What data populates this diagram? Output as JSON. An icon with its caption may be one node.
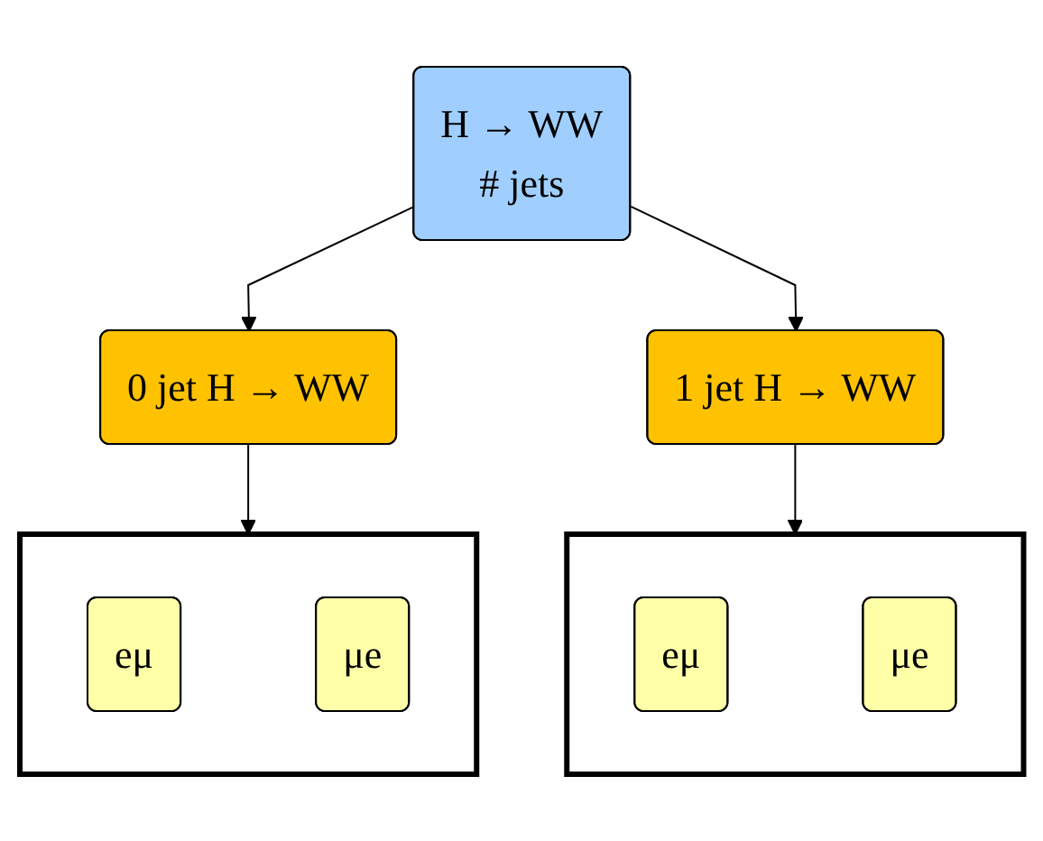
{
  "diagram": {
    "nodes": [
      {
        "text": [
          "H → WW",
          "# jets"
        ]
      },
      {
        "text": [
          "0 jet H → WW"
        ]
      },
      {
        "text": [
          "1 jet H → WW"
        ]
      },
      {
        "text": [],
        "shape": "box"
      },
      {
        "text": [
          "eμ"
        ],
        "in": 3
      },
      {
        "text": [
          "μe"
        ],
        "in": 3
      },
      {
        "text": [],
        "shape": "box"
      },
      {
        "text": [
          "eμ"
        ],
        "in": 6
      },
      {
        "text": [
          "μe"
        ],
        "in": 6
      }
    ],
    "edges": [
      {
        "from": 0,
        "to": 1,
        "arrow": "to"
      },
      {
        "from": 0,
        "to": 2,
        "arrow": "to"
      },
      {
        "from": 1,
        "to": 3,
        "arrow": "to"
      },
      {
        "from": 2,
        "to": 6,
        "arrow": "to"
      }
    ]
  }
}
